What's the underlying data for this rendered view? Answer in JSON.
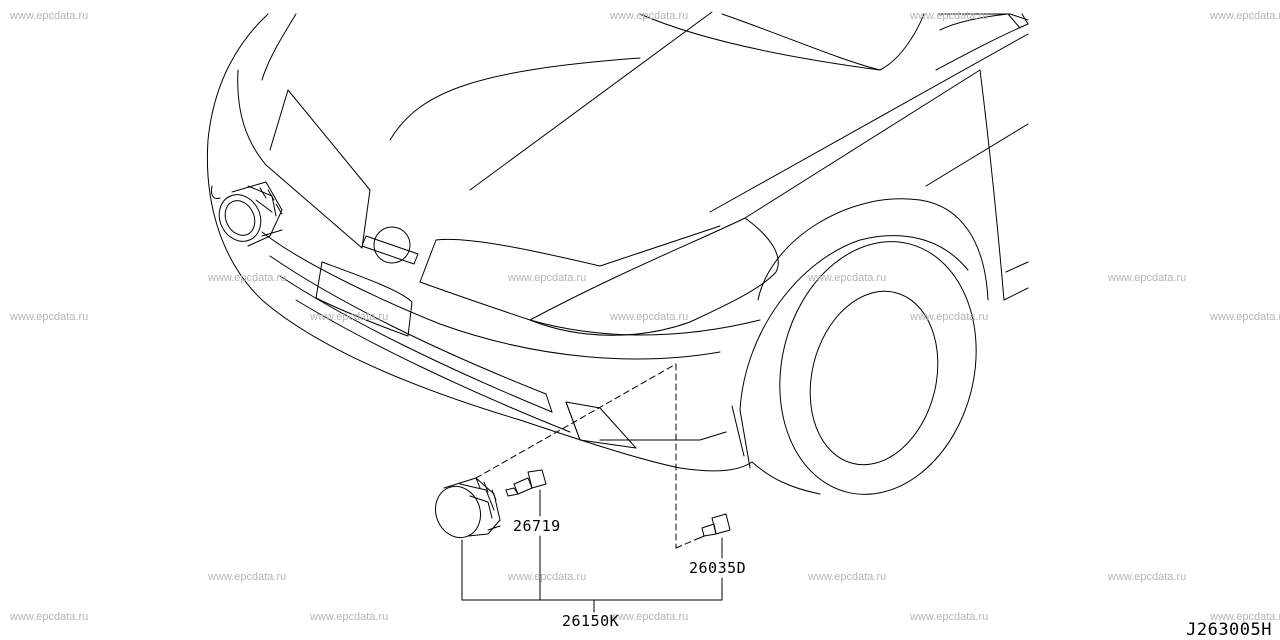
{
  "watermark": "www.epcdata.ru",
  "parts": {
    "bulb": "26719",
    "screw": "26035D",
    "assembly": "26150K"
  },
  "diagram_code": "J263005H"
}
